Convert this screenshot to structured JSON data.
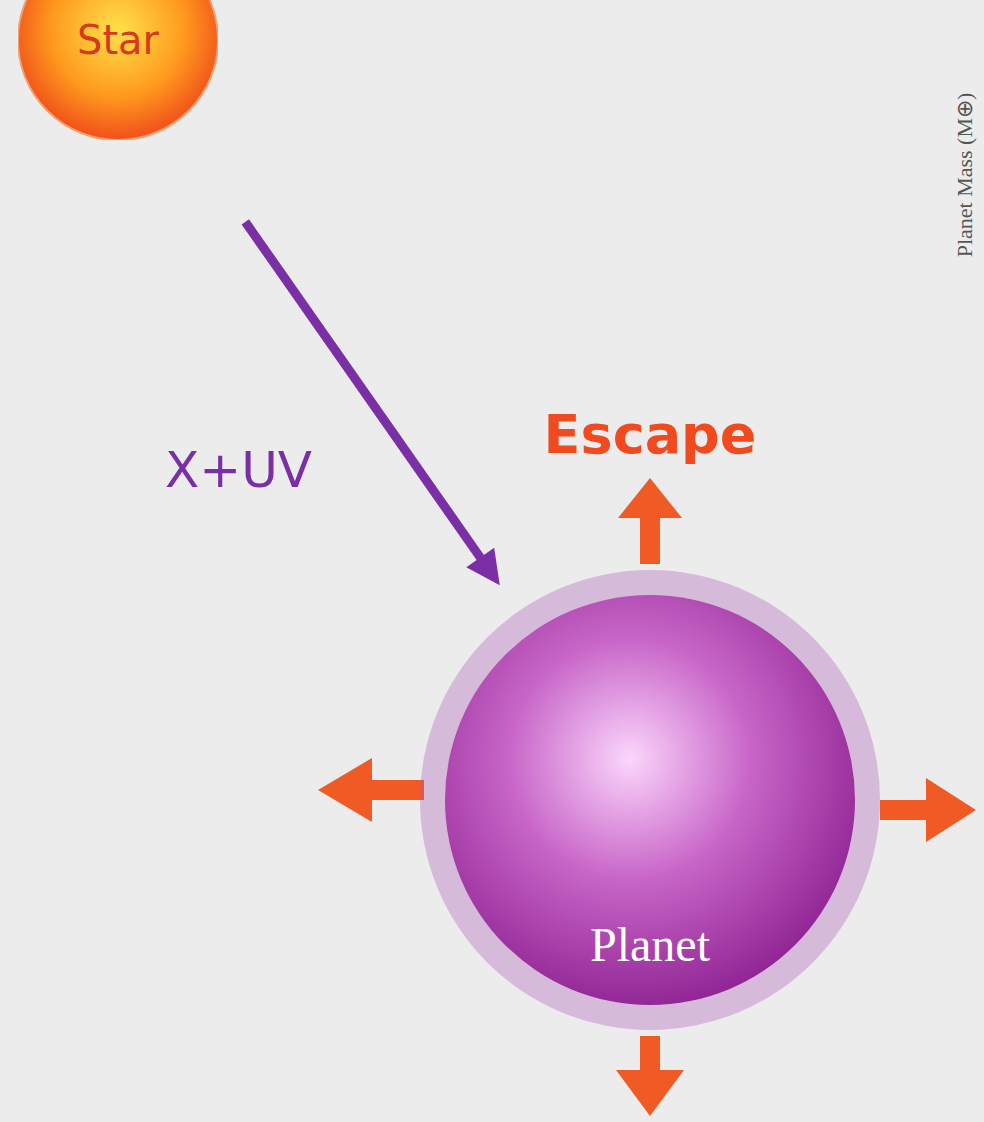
{
  "diagram": {
    "nodes": [
      {
        "text": [
          "Star"
        ]
      },
      {
        "text": [
          "Planet"
        ]
      }
    ],
    "edges": [
      {
        "from": 0,
        "to": 1,
        "arrow": "to",
        "label": "X+UV"
      }
    ],
    "labels": [
      "Escape",
      "Planet Mass (M⊕)"
    ]
  }
}
